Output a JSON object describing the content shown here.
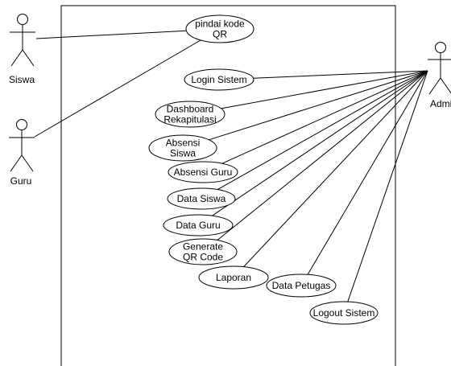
{
  "diagram": {
    "actors": [
      {
        "id": "siswa",
        "label": "Siswa"
      },
      {
        "id": "guru",
        "label": "Guru"
      },
      {
        "id": "admin",
        "label": "Admin"
      }
    ],
    "use_cases": [
      {
        "id": "pindai",
        "lines": [
          "pindai kode",
          "QR"
        ]
      },
      {
        "id": "login",
        "lines": [
          "Login Sistem"
        ]
      },
      {
        "id": "dashboard",
        "lines": [
          "Dashboard",
          "Rekapitulasi"
        ]
      },
      {
        "id": "absensi-siswa",
        "lines": [
          "Absensi",
          "Siswa"
        ]
      },
      {
        "id": "absensi-guru",
        "lines": [
          "Absensi Guru"
        ]
      },
      {
        "id": "data-siswa",
        "lines": [
          "Data Siswa"
        ]
      },
      {
        "id": "data-guru",
        "lines": [
          "Data Guru"
        ]
      },
      {
        "id": "generate-qr",
        "lines": [
          "Generate",
          "QR Code"
        ]
      },
      {
        "id": "laporan",
        "lines": [
          "Laporan"
        ]
      },
      {
        "id": "data-petugas",
        "lines": [
          "Data Petugas"
        ]
      },
      {
        "id": "logout",
        "lines": [
          "Logout Sistem"
        ]
      }
    ],
    "associations": [
      [
        "siswa",
        "pindai"
      ],
      [
        "guru",
        "pindai"
      ],
      [
        "admin",
        "login"
      ],
      [
        "admin",
        "dashboard"
      ],
      [
        "admin",
        "absensi-siswa"
      ],
      [
        "admin",
        "absensi-guru"
      ],
      [
        "admin",
        "data-siswa"
      ],
      [
        "admin",
        "data-guru"
      ],
      [
        "admin",
        "generate-qr"
      ],
      [
        "admin",
        "laporan"
      ],
      [
        "admin",
        "data-petugas"
      ],
      [
        "admin",
        "logout"
      ]
    ]
  }
}
